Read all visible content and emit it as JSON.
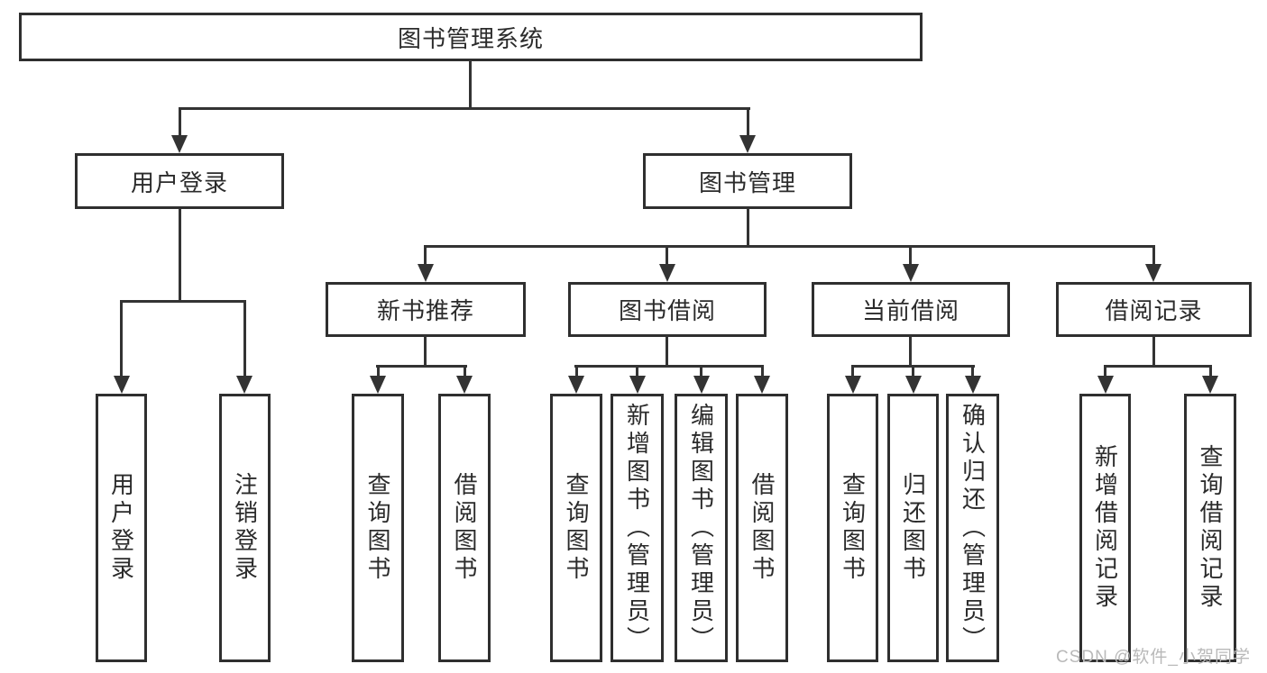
{
  "colors": {
    "line": "#333333",
    "box_border": "#2f2f2f",
    "text": "#2b2b2b",
    "watermark": "#b9b9b9",
    "background": "#ffffff"
  },
  "tree": {
    "root": "图书管理系统",
    "branches": [
      {
        "label": "用户登录",
        "children": [
          "用户登录",
          "注销登录"
        ]
      },
      {
        "label": "图书管理",
        "modules": [
          {
            "label": "新书推荐",
            "children": [
              "查询图书",
              "借阅图书"
            ]
          },
          {
            "label": "图书借阅",
            "children": [
              "查询图书",
              "新增图书（管理员）",
              "编辑图书（管理员）",
              "借阅图书"
            ]
          },
          {
            "label": "当前借阅",
            "children": [
              "查询图书",
              "归还图书",
              "确认归还（管理员）"
            ]
          },
          {
            "label": "借阅记录",
            "children": [
              "新增借阅记录",
              "查询借阅记录"
            ]
          }
        ]
      }
    ]
  },
  "watermark": "CSDN @软件_小贺同学"
}
